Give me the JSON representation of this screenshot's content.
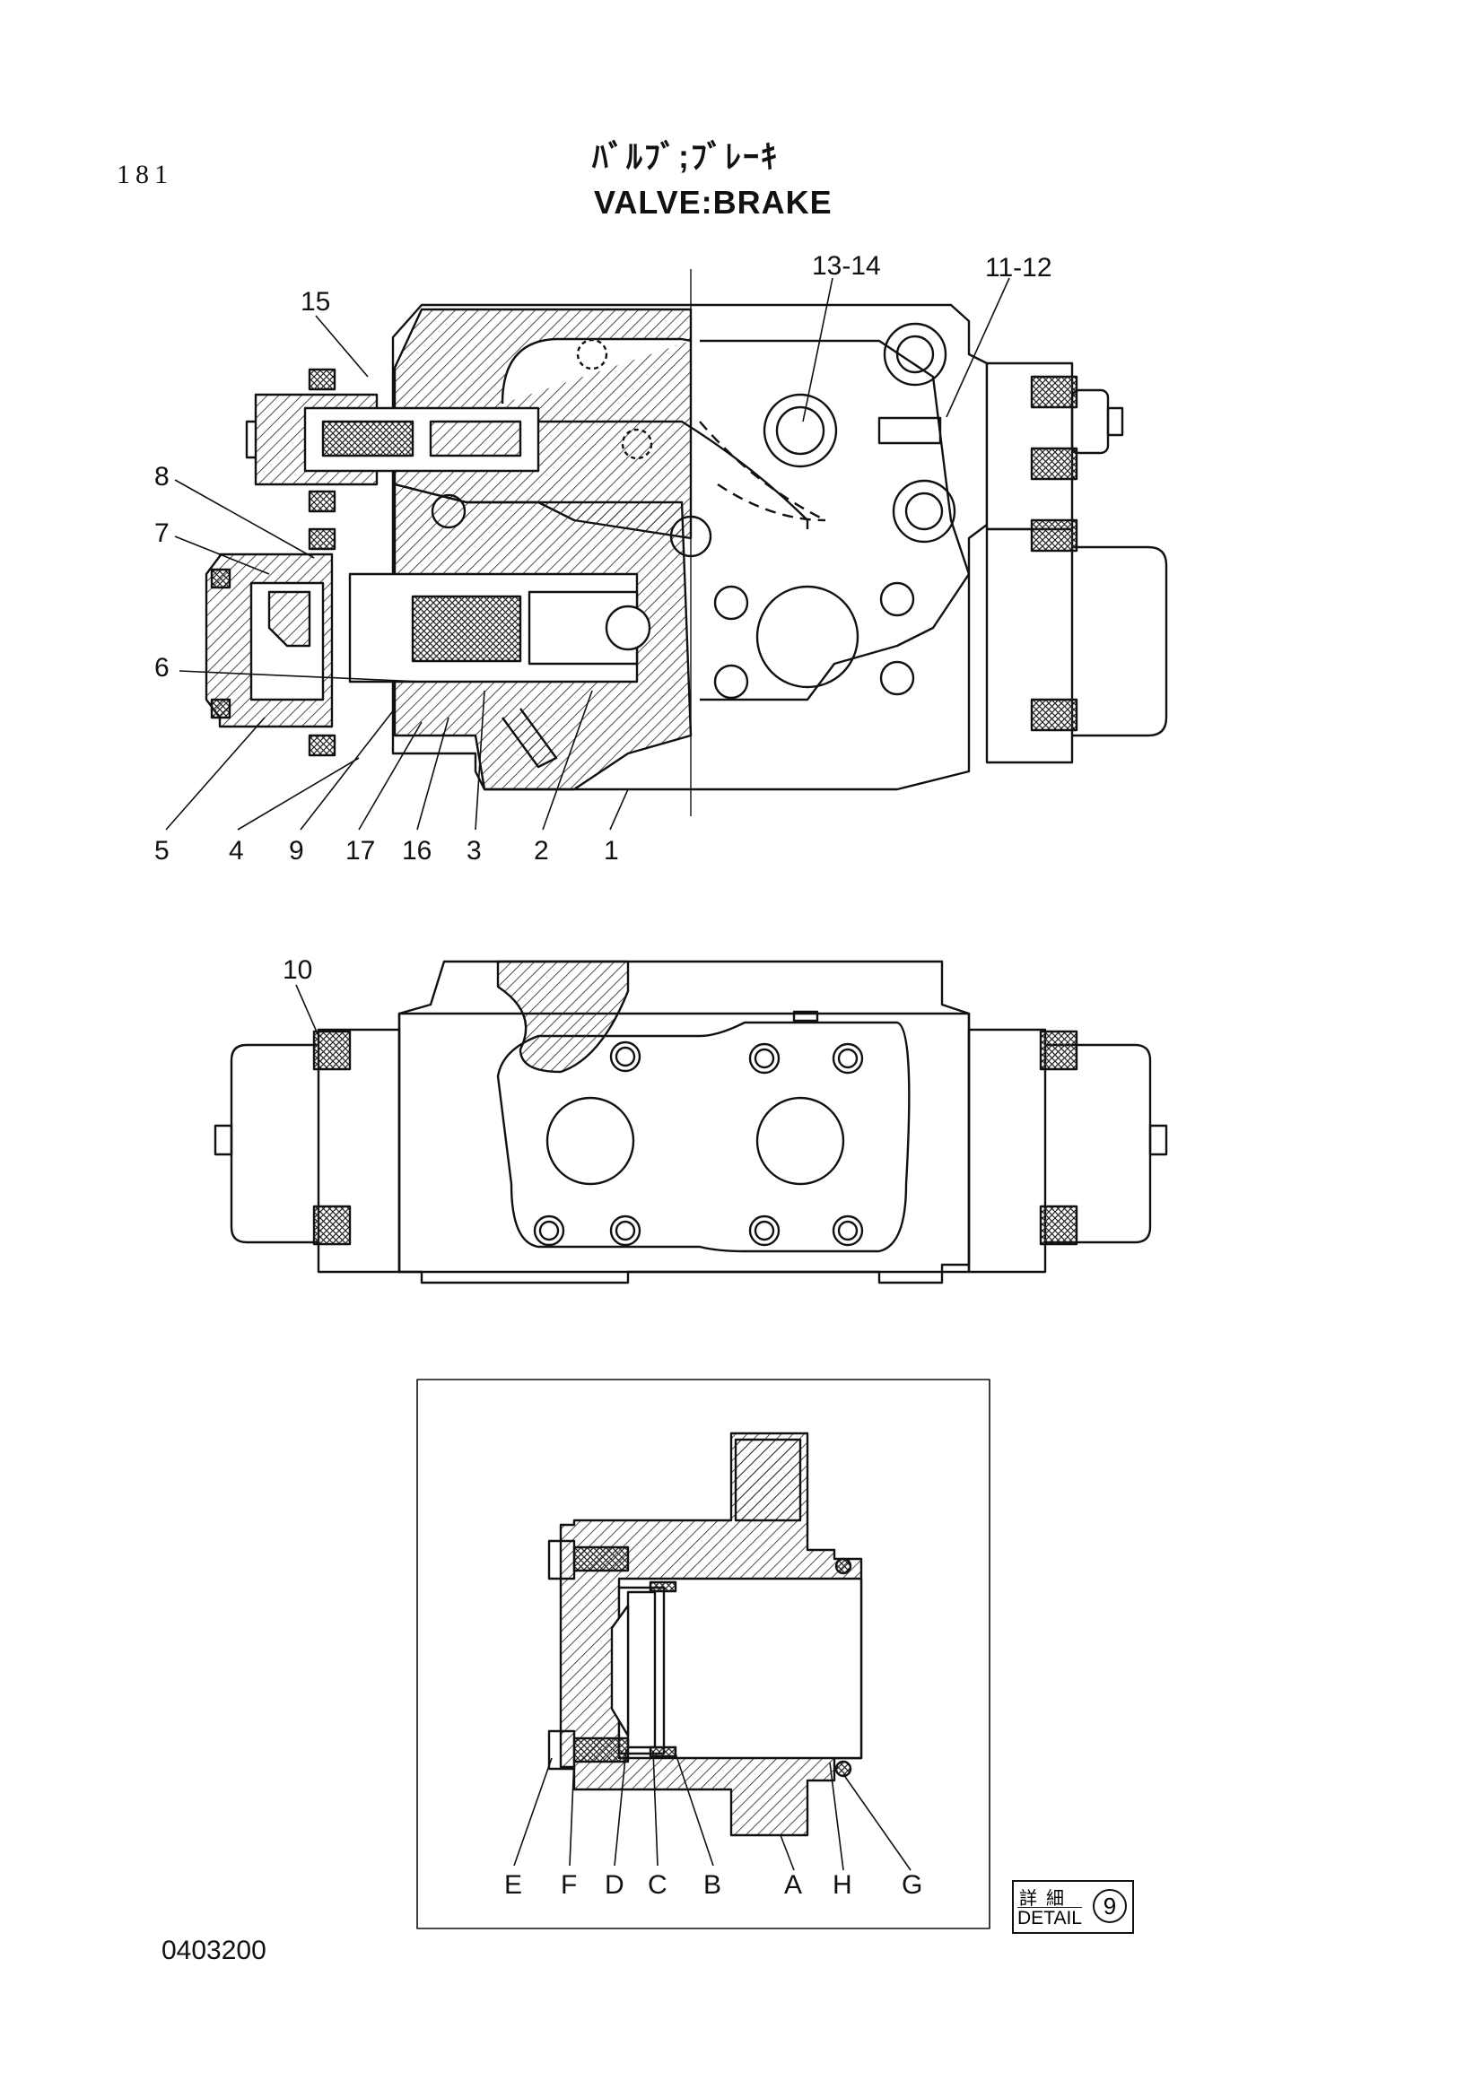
{
  "header": {
    "page_number": "181",
    "title_jp": "ﾊﾞﾙﾌﾞ;ﾌﾞﾚｰｷ",
    "title_en": "VALVE:BRAKE"
  },
  "drawing_code": "0403200",
  "detail_tag": {
    "jp": "詳細",
    "en": "DETAIL",
    "number": "9"
  },
  "callouts_top": [
    "15",
    "13-14",
    "11-12",
    "8",
    "7",
    "6",
    "5",
    "4",
    "9",
    "17",
    "16",
    "3",
    "2",
    "1"
  ],
  "callouts_middle": [
    "10"
  ],
  "callouts_detail": [
    "E",
    "F",
    "D",
    "C",
    "B",
    "A",
    "H",
    "G"
  ]
}
